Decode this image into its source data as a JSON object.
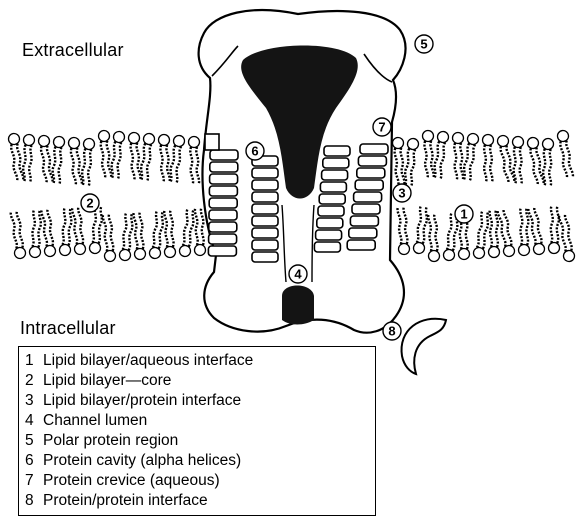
{
  "regions": {
    "extracellular": "Extracellular",
    "intracellular": "Intracellular"
  },
  "callouts": [
    "1",
    "2",
    "3",
    "4",
    "5",
    "6",
    "7",
    "8"
  ],
  "legend": {
    "items": [
      {
        "num": "1",
        "text": "Lipid bilayer/aqueous interface"
      },
      {
        "num": "2",
        "text": "Lipid bilayer—core"
      },
      {
        "num": "3",
        "text": "Lipid bilayer/protein interface"
      },
      {
        "num": "4",
        "text": "Channel lumen"
      },
      {
        "num": "5",
        "text": "Polar protein region"
      },
      {
        "num": "6",
        "text": "Protein cavity (alpha helices)"
      },
      {
        "num": "7",
        "text": "Protein crevice (aqueous)"
      },
      {
        "num": "8",
        "text": "Protein/protein interface"
      }
    ]
  },
  "colors": {
    "ink": "#000000",
    "lumen": "#141414",
    "protein": "#ffffff"
  }
}
